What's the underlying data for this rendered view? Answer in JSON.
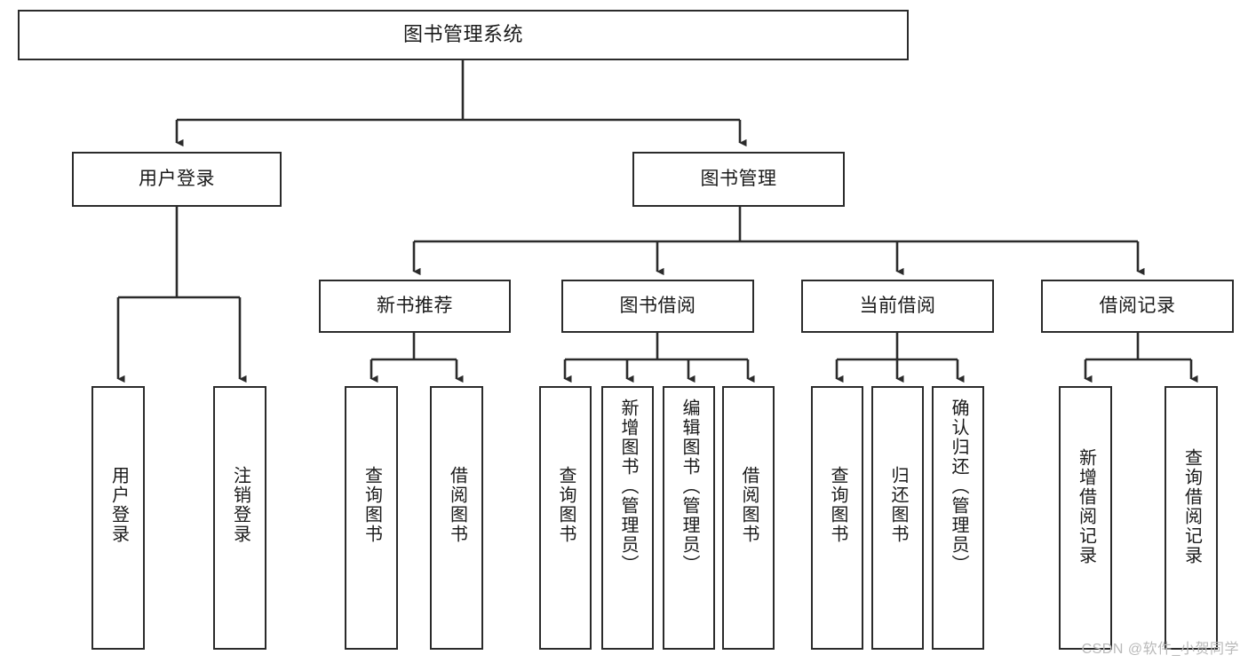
{
  "diagram": {
    "title": "图书管理系统",
    "type": "tree",
    "watermark": "CSDN @软件_小贺同学",
    "colors": {
      "stroke": "#2b2b2b",
      "fill": "#ffffff",
      "text": "#1a1a1a",
      "watermark": "#b9b9b9"
    },
    "levels": {
      "root": "图书管理系统",
      "level1": [
        "用户登录",
        "图书管理"
      ],
      "level2": [
        "新书推荐",
        "图书借阅",
        "当前借阅",
        "借阅记录"
      ]
    },
    "nodes": {
      "root": {
        "label": "图书管理系统"
      },
      "user_login": {
        "label": "用户登录"
      },
      "book_manage": {
        "label": "图书管理"
      },
      "new_book_rec": {
        "label": "新书推荐"
      },
      "book_borrow": {
        "label": "图书借阅"
      },
      "current_borrow": {
        "label": "当前借阅"
      },
      "borrow_record": {
        "label": "借阅记录"
      },
      "leaf_user_login": {
        "label": "用户登录"
      },
      "leaf_logout": {
        "label": "注销登录"
      },
      "leaf_query_book_1": {
        "label": "查询图书"
      },
      "leaf_borrow_book_1": {
        "label": "借阅图书"
      },
      "leaf_query_book_2": {
        "label": "查询图书"
      },
      "leaf_add_book": {
        "label": "新增图书（管理员）"
      },
      "leaf_edit_book": {
        "label": "编辑图书（管理员）"
      },
      "leaf_borrow_book_2": {
        "label": "借阅图书"
      },
      "leaf_query_book_3": {
        "label": "查询图书"
      },
      "leaf_return_book": {
        "label": "归还图书"
      },
      "leaf_confirm_return": {
        "label": "确认归还（管理员）"
      },
      "leaf_add_record": {
        "label": "新增借阅记录"
      },
      "leaf_query_record": {
        "label": "查询借阅记录"
      }
    },
    "edges": [
      {
        "from": "root",
        "to": "user_login"
      },
      {
        "from": "root",
        "to": "book_manage"
      },
      {
        "from": "user_login",
        "to": "leaf_user_login"
      },
      {
        "from": "user_login",
        "to": "leaf_logout"
      },
      {
        "from": "book_manage",
        "to": "new_book_rec"
      },
      {
        "from": "book_manage",
        "to": "book_borrow"
      },
      {
        "from": "book_manage",
        "to": "current_borrow"
      },
      {
        "from": "book_manage",
        "to": "borrow_record"
      },
      {
        "from": "new_book_rec",
        "to": "leaf_query_book_1"
      },
      {
        "from": "new_book_rec",
        "to": "leaf_borrow_book_1"
      },
      {
        "from": "book_borrow",
        "to": "leaf_query_book_2"
      },
      {
        "from": "book_borrow",
        "to": "leaf_add_book"
      },
      {
        "from": "book_borrow",
        "to": "leaf_edit_book"
      },
      {
        "from": "book_borrow",
        "to": "leaf_borrow_book_2"
      },
      {
        "from": "current_borrow",
        "to": "leaf_query_book_3"
      },
      {
        "from": "current_borrow",
        "to": "leaf_return_book"
      },
      {
        "from": "current_borrow",
        "to": "leaf_confirm_return"
      },
      {
        "from": "borrow_record",
        "to": "leaf_add_record"
      },
      {
        "from": "borrow_record",
        "to": "leaf_query_record"
      }
    ]
  }
}
